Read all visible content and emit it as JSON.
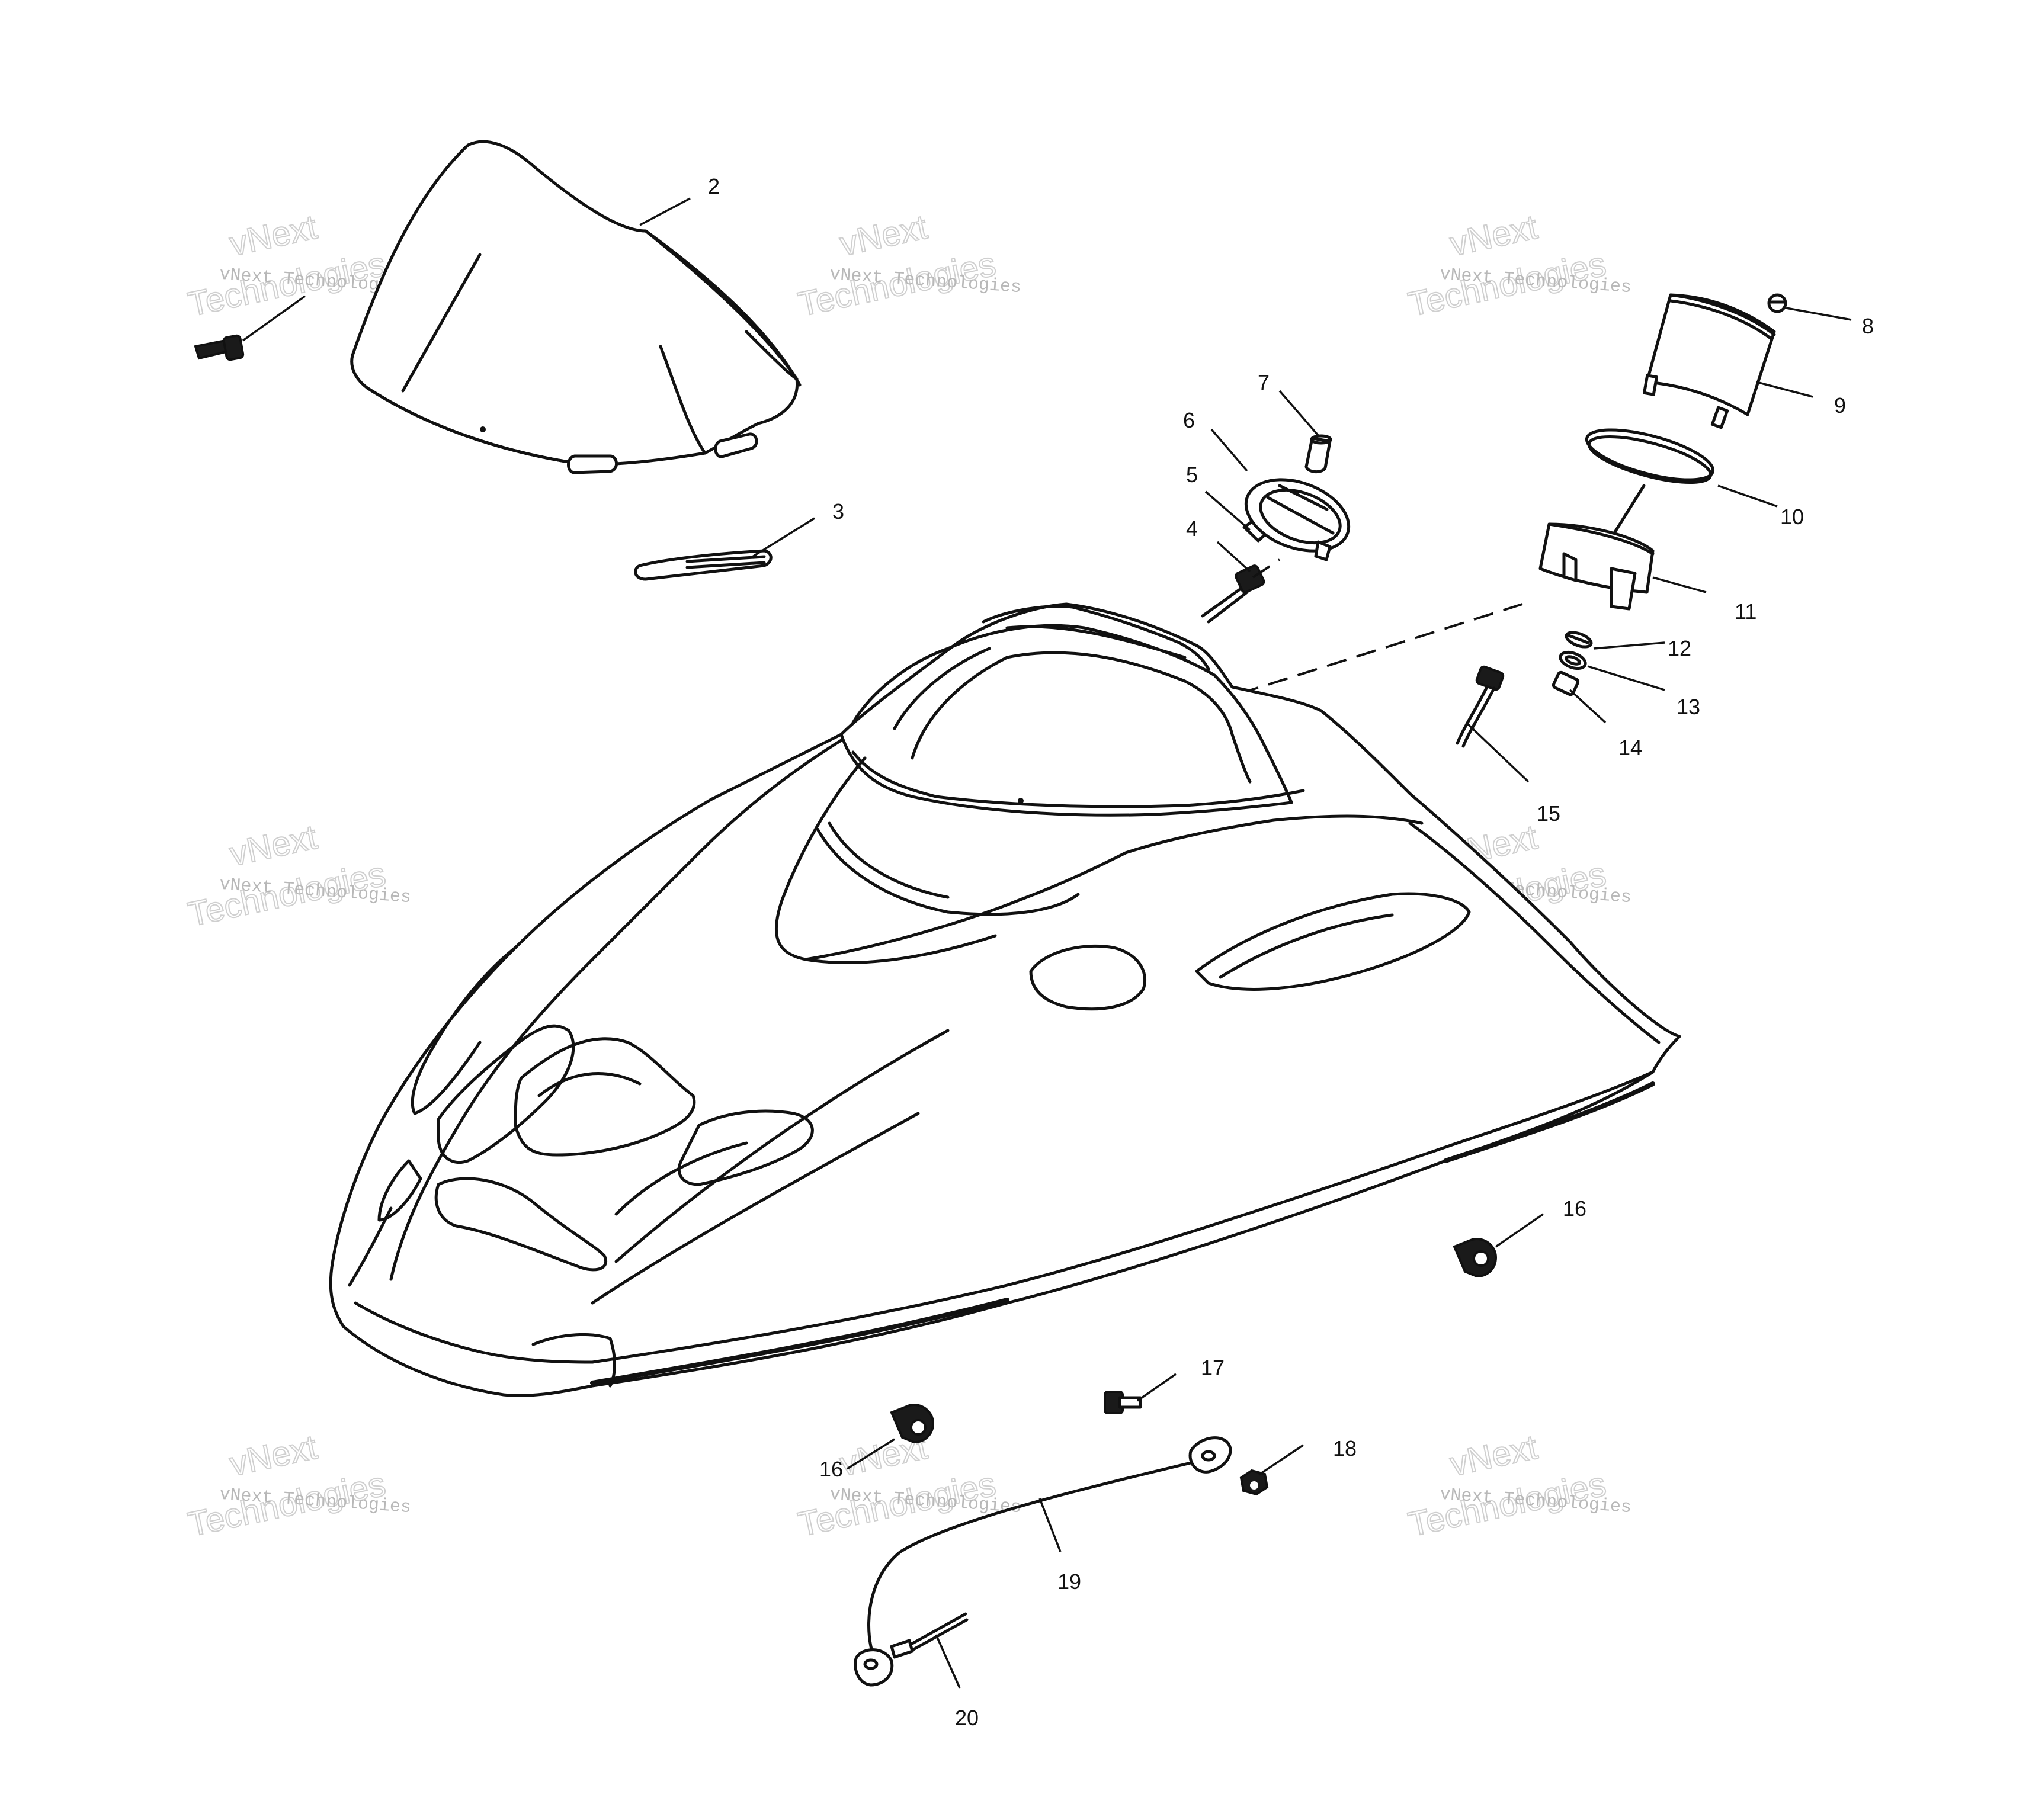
{
  "watermark": {
    "line1": "vNext",
    "line2": "Technologies",
    "caption": "vNext Technologies"
  },
  "callouts": [
    {
      "id": "2",
      "label": "2"
    },
    {
      "id": "3",
      "label": "3"
    },
    {
      "id": "4",
      "label": "4"
    },
    {
      "id": "5",
      "label": "5"
    },
    {
      "id": "6",
      "label": "6"
    },
    {
      "id": "7",
      "label": "7"
    },
    {
      "id": "8",
      "label": "8"
    },
    {
      "id": "9",
      "label": "9"
    },
    {
      "id": "10",
      "label": "10"
    },
    {
      "id": "11",
      "label": "11"
    },
    {
      "id": "12",
      "label": "12"
    },
    {
      "id": "13",
      "label": "13"
    },
    {
      "id": "14",
      "label": "14"
    },
    {
      "id": "15",
      "label": "15"
    },
    {
      "id": "16a",
      "label": "16"
    },
    {
      "id": "16b",
      "label": "16"
    },
    {
      "id": "17",
      "label": "17"
    },
    {
      "id": "18",
      "label": "18"
    },
    {
      "id": "19",
      "label": "19"
    },
    {
      "id": "20",
      "label": "20"
    }
  ]
}
